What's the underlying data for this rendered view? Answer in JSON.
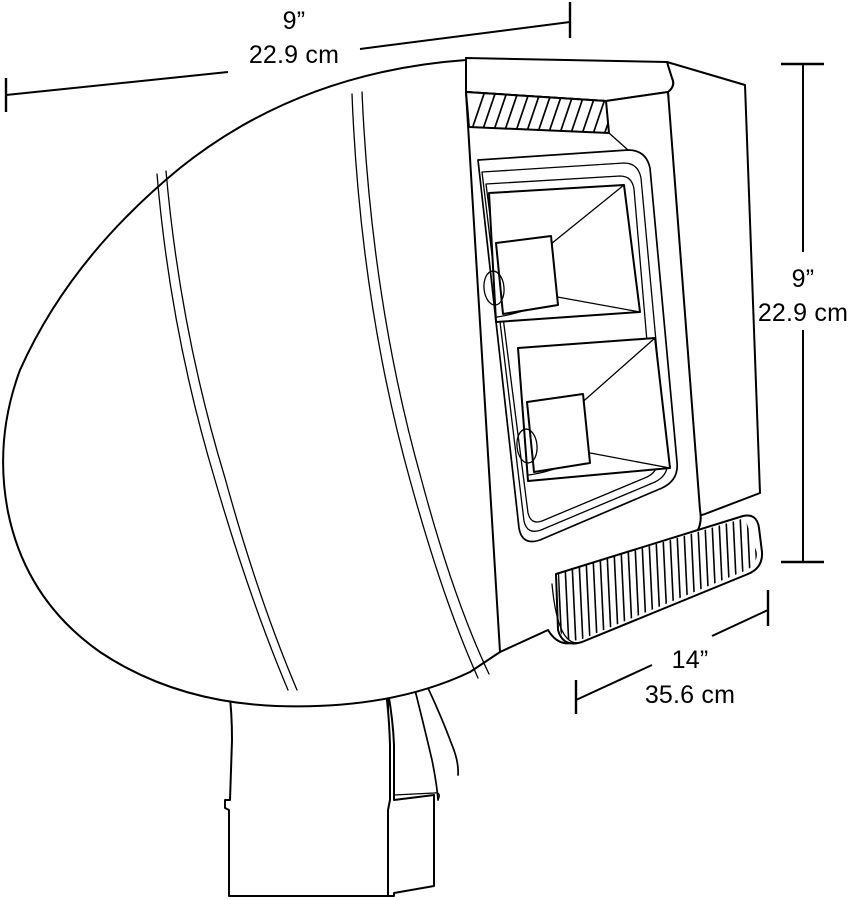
{
  "drawing": {
    "title": "LED Flood Light Dimensional Drawing",
    "subject": "led-flood-light-fixture",
    "view": "three-quarter perspective",
    "style": "technical line art",
    "stroke_color": "#000000",
    "background_color": "#ffffff"
  },
  "dimensions": {
    "top": {
      "id": "width-dimension",
      "label_inches": "9”",
      "label_metric": "22.9 cm",
      "orientation": "angled-horizontal",
      "position": "top-left"
    },
    "right": {
      "id": "height-dimension",
      "label_inches": "9”",
      "label_metric": "22.9 cm",
      "orientation": "vertical",
      "position": "right-side"
    },
    "bottom_right": {
      "id": "depth-dimension",
      "label_inches": "14”",
      "label_metric": "35.6 cm",
      "orientation": "angled-diagonal",
      "position": "bottom-right"
    }
  },
  "components": {
    "dome_housing": "rounded-dome-housing",
    "housing_seam_outer": "housing-seam-outer",
    "housing_seam_inner": "housing-seam-inner",
    "face_frame": "led-face-frame",
    "top_fin_array": "top-heat-sink-fins",
    "bottom_fin_array": "bottom-heat-sink-fins",
    "reflector_upper": "upper-led-reflector",
    "reflector_lower": "lower-led-reflector",
    "mounting_stem": "mounting-knuckle-stem",
    "mounting_arm": "mounting-arm"
  },
  "counts": {
    "top_fins": 13,
    "bottom_fins": 29
  }
}
